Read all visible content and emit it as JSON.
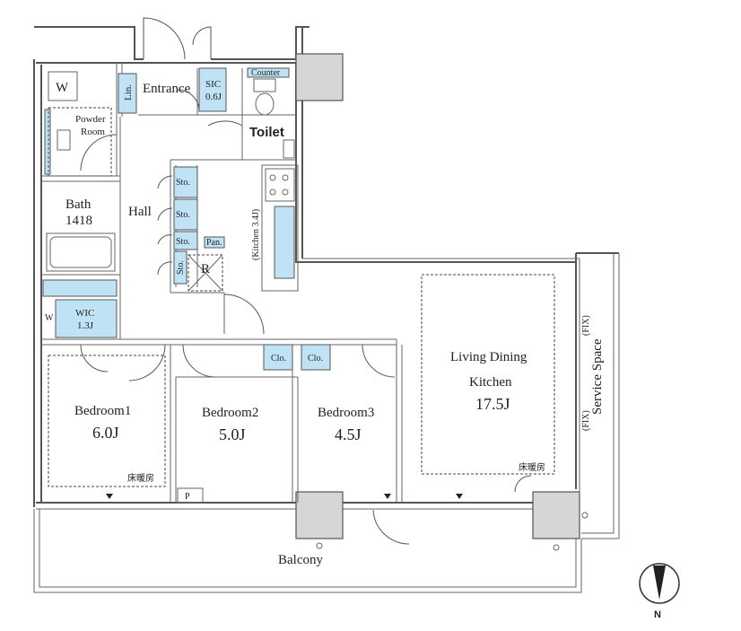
{
  "rooms": {
    "w": "W",
    "lin": "Lin.",
    "entrance": "Entrance",
    "sic": "SIC",
    "sic_size": "0.6J",
    "counter": "Counter",
    "powder_room_1": "Powder",
    "powder_room_2": "Room",
    "toilet": "Toilet",
    "bath": "Bath",
    "bath_size": "1418",
    "hall": "Hall",
    "sto": "Sto.",
    "pan": "Pan.",
    "r": "R",
    "kitchen": "(Kitchen 3.4J)",
    "wic": "WIC",
    "wic_size": "1.3J",
    "w_small": "W",
    "bedroom1": "Bedroom1",
    "bedroom1_size": "6.0J",
    "bedroom2": "Bedroom2",
    "bedroom2_size": "5.0J",
    "bedroom3": "Bedroom3",
    "bedroom3_size": "4.5J",
    "clo": "Clo.",
    "ldk_1": "Living Dining",
    "ldk_2": "Kitchen",
    "ldk_size": "17.5J",
    "floor_heating": "床暖房",
    "p": "P",
    "balcony": "Balcony",
    "service_space": "Service Space",
    "fix": "(FIX)",
    "north": "N"
  }
}
